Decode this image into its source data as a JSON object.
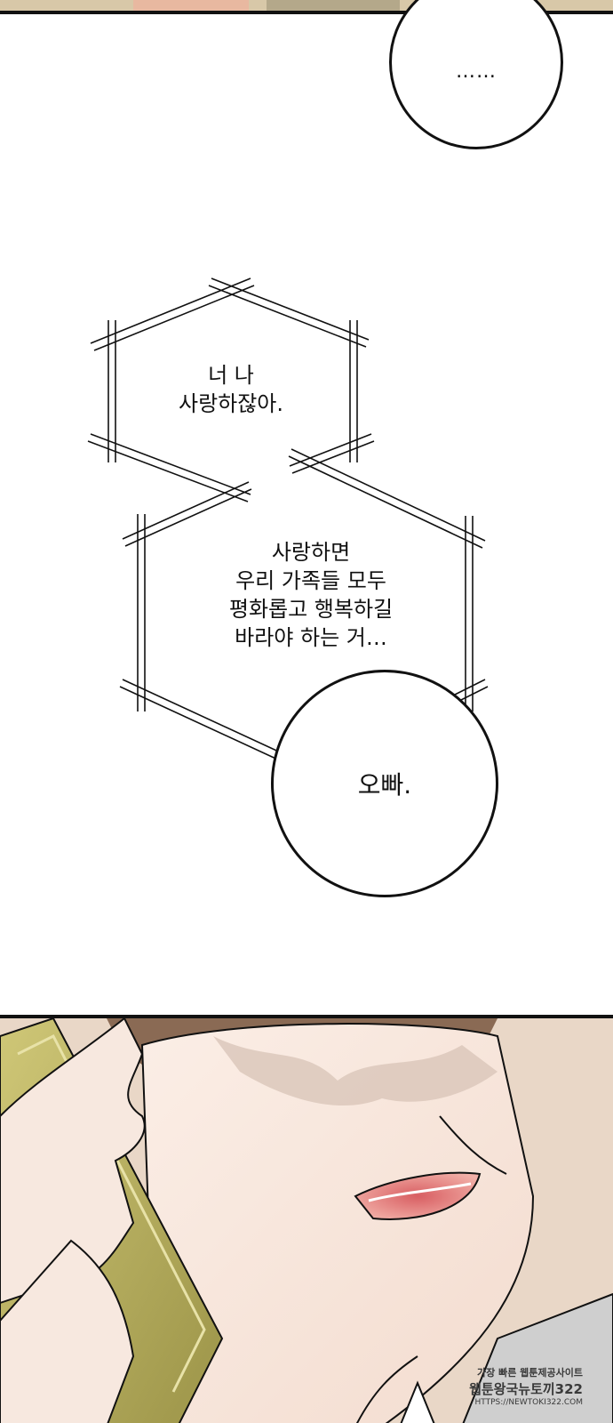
{
  "bubbles": {
    "top_circle": "……",
    "hex_upper": "너 나\n사랑하잖아.",
    "hex_lower": "사랑하면\n우리 가족들 모두\n평화롭고 행복하길\n바라야 하는 거…",
    "circle_lower": "오빠."
  },
  "watermark": {
    "line1": "가장 빠른 웹툰제공사이트",
    "line2": "웹툰왕국뉴토끼322",
    "line3": "HTTPS://NEWTOKI322.COM"
  },
  "colors": {
    "ink": "#111111",
    "skin": "#f6e6dc",
    "phone": "#b8b060",
    "lips": "#e07878"
  }
}
